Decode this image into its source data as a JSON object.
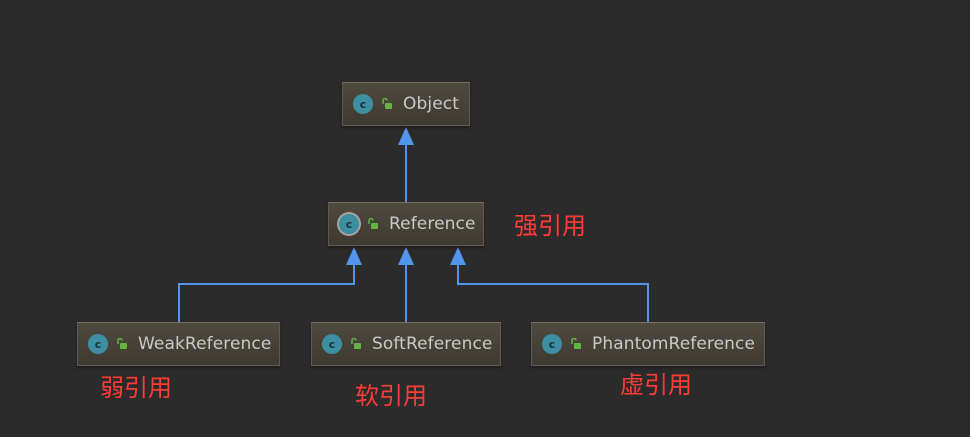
{
  "nodes": {
    "object": {
      "label": "Object",
      "icon_letter": "c"
    },
    "reference": {
      "label": "Reference",
      "icon_letter": "c"
    },
    "weak": {
      "label": "WeakReference",
      "icon_letter": "c"
    },
    "soft": {
      "label": "SoftReference",
      "icon_letter": "c"
    },
    "phantom": {
      "label": "PhantomReference",
      "icon_letter": "c"
    }
  },
  "annotations": {
    "strong": "强引用",
    "weak": "弱引用",
    "soft": "软引用",
    "phantom": "虚引用"
  },
  "colors": {
    "background": "#2b2b2b",
    "edge": "#5394ec",
    "annotation": "#ff3b36",
    "class_icon": "#3d8ea3",
    "access_icon": "#62b543"
  }
}
